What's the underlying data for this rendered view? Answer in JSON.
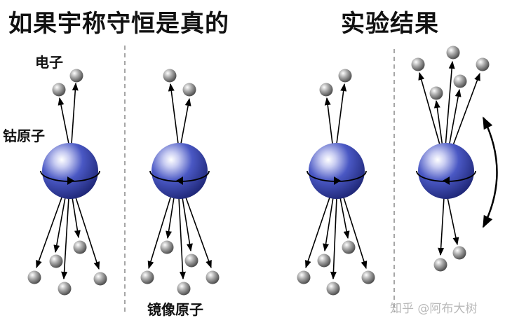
{
  "title_left": "如果宇称守恒是真的",
  "title_right": "实验结果",
  "label_electron": "电子",
  "label_cobalt_atom": "钴原子",
  "label_mirror_atom": "镜像原子",
  "watermark": "知乎 @阿布大树",
  "colors": {
    "atom": "#3344a8",
    "particle": "#8f8f8f",
    "arrow": "#000000",
    "divider": "#888888"
  }
}
